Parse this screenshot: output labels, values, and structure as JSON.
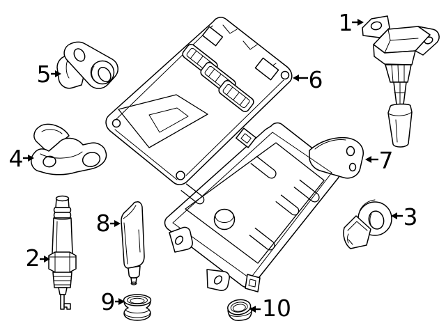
{
  "diagram": {
    "colors": {
      "ink": "#000000",
      "background": "#ffffff"
    },
    "callouts": [
      {
        "number": "1"
      },
      {
        "number": "2"
      },
      {
        "number": "3"
      },
      {
        "number": "4"
      },
      {
        "number": "5"
      },
      {
        "number": "6"
      },
      {
        "number": "7"
      },
      {
        "number": "8"
      },
      {
        "number": "9"
      },
      {
        "number": "10"
      }
    ]
  }
}
